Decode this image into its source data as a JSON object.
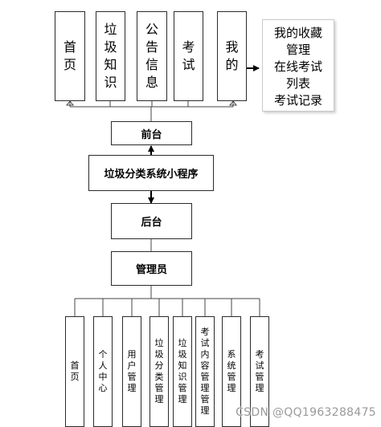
{
  "top_modules": [
    {
      "chars": [
        "首",
        "页"
      ]
    },
    {
      "chars": [
        "垃",
        "圾",
        "知",
        "识"
      ]
    },
    {
      "chars": [
        "公",
        "告",
        "信",
        "息"
      ]
    },
    {
      "chars": [
        "考",
        "试"
      ]
    },
    {
      "chars": [
        "我",
        "的"
      ]
    }
  ],
  "my_note": [
    "我的收藏",
    "管理",
    "在线考试",
    "列表",
    "考试记录"
  ],
  "frontend_label": "前台",
  "app_label": "垃圾分类系统小程序",
  "backend_label": "后台",
  "admin_label": "管理员",
  "bottom_modules": [
    {
      "chars": [
        "首",
        "页"
      ]
    },
    {
      "chars": [
        "个",
        "人",
        "中",
        "心"
      ]
    },
    {
      "chars": [
        "用",
        "户",
        "管",
        "理"
      ]
    },
    {
      "chars": [
        "垃",
        "圾",
        "分",
        "类",
        "管",
        "理"
      ]
    },
    {
      "chars": [
        "垃",
        "圾",
        "知",
        "识",
        "管",
        "理"
      ]
    },
    {
      "chars": [
        "考",
        "试",
        "内",
        "容",
        "管",
        "理",
        "管",
        "理"
      ]
    },
    {
      "chars": [
        "系",
        "统",
        "管",
        "理"
      ]
    },
    {
      "chars": [
        "考",
        "试",
        "管",
        "理"
      ]
    }
  ],
  "watermark": "CSDN @QQ1963288475"
}
